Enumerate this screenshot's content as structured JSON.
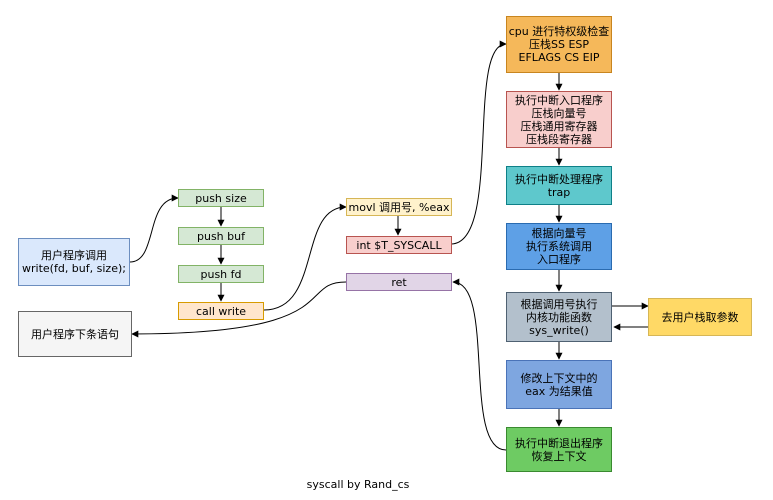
{
  "nodes": {
    "user_call": {
      "text": "用户程序调用\nwrite(fd, buf, size);",
      "fill": "#dae8fc",
      "stroke": "#6c8ebf"
    },
    "user_next": {
      "text": "用户程序下条语句",
      "fill": "#f5f5f5",
      "stroke": "#666666"
    },
    "push_size": {
      "text": "push  size",
      "fill": "#d5e8d4",
      "stroke": "#82b366"
    },
    "push_buf": {
      "text": "push buf",
      "fill": "#d5e8d4",
      "stroke": "#82b366"
    },
    "push_fd": {
      "text": "push fd",
      "fill": "#d5e8d4",
      "stroke": "#82b366"
    },
    "call_write": {
      "text": "call write",
      "fill": "#ffe6cc",
      "stroke": "#d79b00"
    },
    "movl": {
      "text": "movl 调用号, %eax",
      "fill": "#fff2cc",
      "stroke": "#d6b656"
    },
    "int_syscall": {
      "text": "int $T_SYSCALL",
      "fill": "#f8cecc",
      "stroke": "#b85450"
    },
    "ret": {
      "text": "ret",
      "fill": "#e1d5e7",
      "stroke": "#9673a6"
    },
    "cpu_check": {
      "text": "cpu 进行特权级检查\n压栈SS ESP\nEFLAGS CS EIP",
      "fill": "#f5b85a",
      "stroke": "#c8851f"
    },
    "int_entry": {
      "text": "执行中断入口程序\n压栈向量号\n压栈通用寄存器\n压栈段寄存器",
      "fill": "#f8cecc",
      "stroke": "#b85450"
    },
    "trap": {
      "text": "执行中断处理程序\ntrap",
      "fill": "#5ec8cc",
      "stroke": "#0e8088"
    },
    "vector_lookup": {
      "text": "根据向量号\n执行系统调用\n入口程序",
      "fill": "#5ea0e6",
      "stroke": "#2a6bb0"
    },
    "sys_write": {
      "text": "根据调用号执行\n内核功能函数\nsys_write()",
      "fill": "#b3c0cc",
      "stroke": "#4f6172"
    },
    "user_stack": {
      "text": "去用户栈取参数",
      "fill": "#ffd966",
      "stroke": "#d6b656"
    },
    "modify_ctx": {
      "text": "修改上下文中的\neax 为结果值",
      "fill": "#7ea6e0",
      "stroke": "#4a73b8"
    },
    "int_exit": {
      "text": "执行中断退出程序\n恢复上下文",
      "fill": "#6ecb63",
      "stroke": "#3a8a30"
    }
  },
  "caption": "syscall by Rand_cs"
}
